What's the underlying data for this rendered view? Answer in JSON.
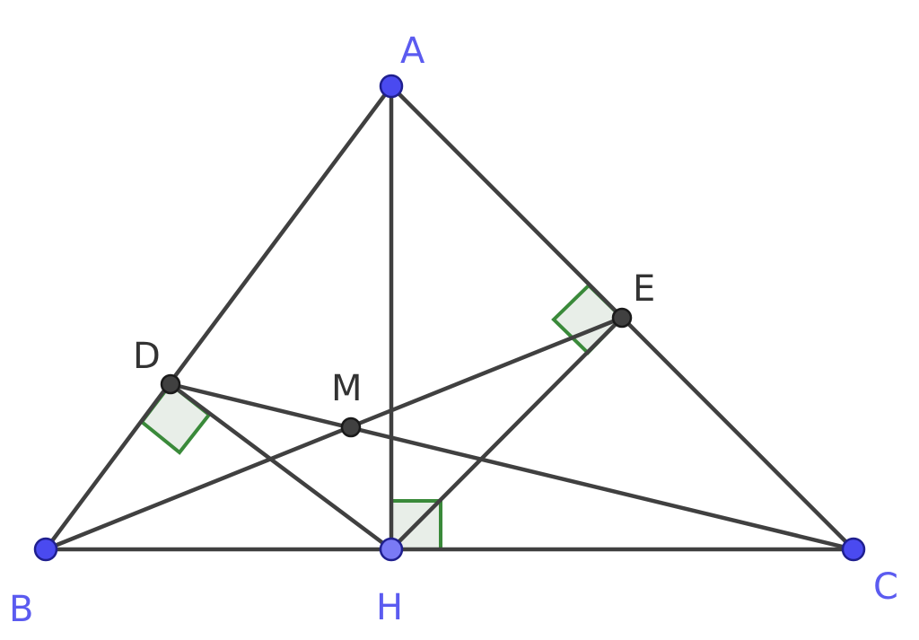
{
  "diagram": {
    "colors": {
      "segment": "#404040",
      "right_angle_stroke": "#3a8a3a",
      "right_angle_fill": "#e6ece6",
      "free_point": "#4a4af0",
      "projected_point": "#7a7af5",
      "dependent_point": "#404040",
      "free_label": "#5b5bf0",
      "dependent_label": "#333333"
    },
    "points": {
      "A": {
        "label": "A"
      },
      "B": {
        "label": "B"
      },
      "C": {
        "label": "C"
      },
      "H": {
        "label": "H"
      },
      "D": {
        "label": "D"
      },
      "E": {
        "label": "E"
      },
      "M": {
        "label": "M"
      }
    },
    "segments": [
      "AB",
      "AC",
      "BC",
      "AH",
      "HD",
      "HE",
      "DC",
      "BE"
    ],
    "right_angles": [
      "AHC",
      "ADH",
      "AEH"
    ]
  }
}
